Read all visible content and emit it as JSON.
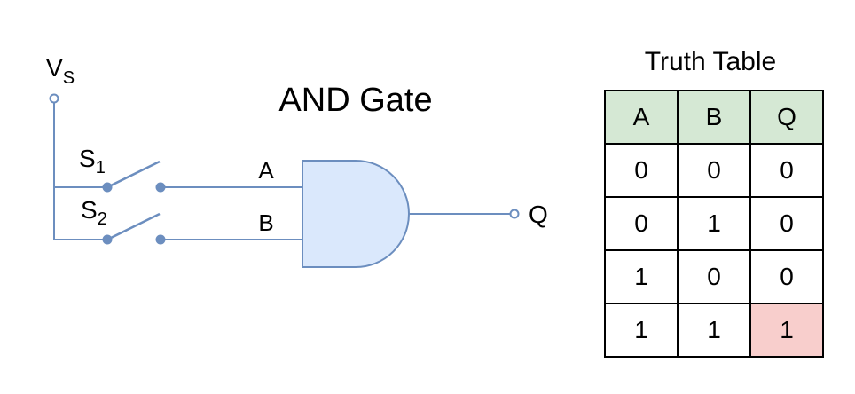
{
  "diagram": {
    "title": "AND Gate",
    "supply": {
      "label": "V",
      "sub": "S"
    },
    "switch1": {
      "label": "S",
      "sub": "1"
    },
    "switch2": {
      "label": "S",
      "sub": "2"
    },
    "input_a": "A",
    "input_b": "B",
    "output_q": "Q",
    "colors": {
      "wire": "#6c8ebf",
      "gate_fill": "#dae8fc",
      "gate_stroke": "#6c8ebf"
    }
  },
  "truth_table": {
    "title": "Truth Table",
    "headers": [
      "A",
      "B",
      "Q"
    ],
    "rows": [
      [
        "0",
        "0",
        "0"
      ],
      [
        "0",
        "1",
        "0"
      ],
      [
        "1",
        "0",
        "0"
      ],
      [
        "1",
        "1",
        "1"
      ]
    ],
    "header_color": "#d5e8d4",
    "highlight_color": "#f8cecc"
  }
}
